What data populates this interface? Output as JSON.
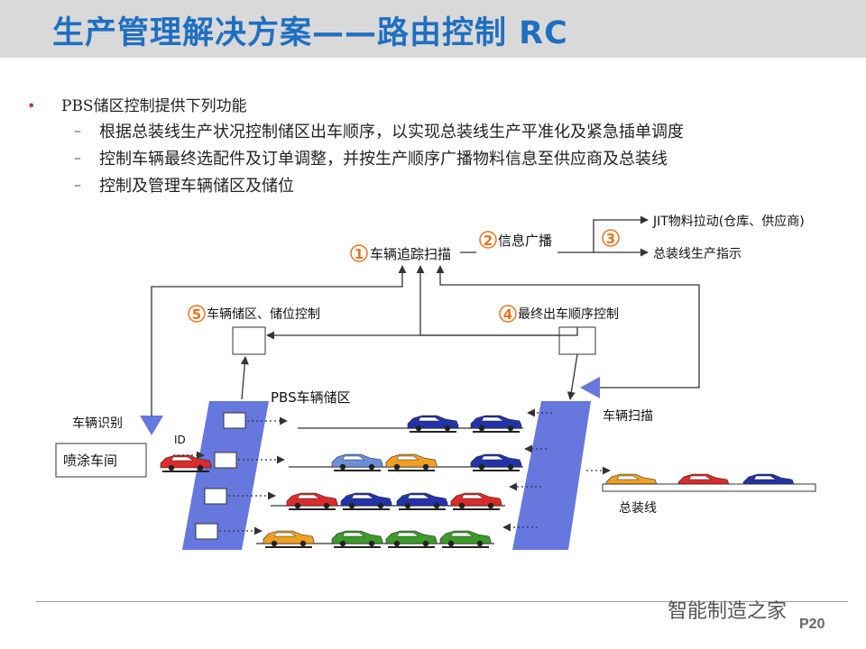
{
  "title": "生产管理解决方案——路由控制 RC",
  "bullets": {
    "main": "PBS储区控制提供下列功能",
    "dot": "•",
    "dash": "–",
    "sub": [
      "根据总装线生产状况控制储区出车顺序，以实现总装线生产平准化及紧急插单调度",
      "控制车辆最终选配件及订单调整，并按生产顺序广播物料信息至供应商及总装线",
      "控制及管理车辆储区及储位"
    ]
  },
  "diagram": {
    "step1": {
      "num": "1",
      "label": "车辆追踪扫描"
    },
    "step2": {
      "num": "2",
      "label": "信息广播"
    },
    "step3": {
      "num": "3"
    },
    "step4": {
      "num": "4",
      "label": "最终出车顺序控制"
    },
    "step5": {
      "num": "5",
      "label": "车辆储区、储位控制"
    },
    "out1": "JIT物料拉动(仓库、供应商)",
    "out2": "总装线生产指示",
    "pbs_label": "PBS车辆储区",
    "vehicle_id": "车辆识别",
    "id_label": "ID",
    "paint_shop": "喷涂车间",
    "vehicle_scan": "车辆扫描",
    "assembly_line": "总装线"
  },
  "colors": {
    "title": "#1f6fc1",
    "accent": "#e9731c",
    "panel": "#6677dd",
    "car_blue": "#2233aa",
    "car_red": "#dd2a2a",
    "car_orange": "#f0a020",
    "car_green": "#3c9b2a",
    "car_lightblue": "#6c8fdc"
  },
  "footer": {
    "watermark": "智能制造之家",
    "page": "P20"
  }
}
